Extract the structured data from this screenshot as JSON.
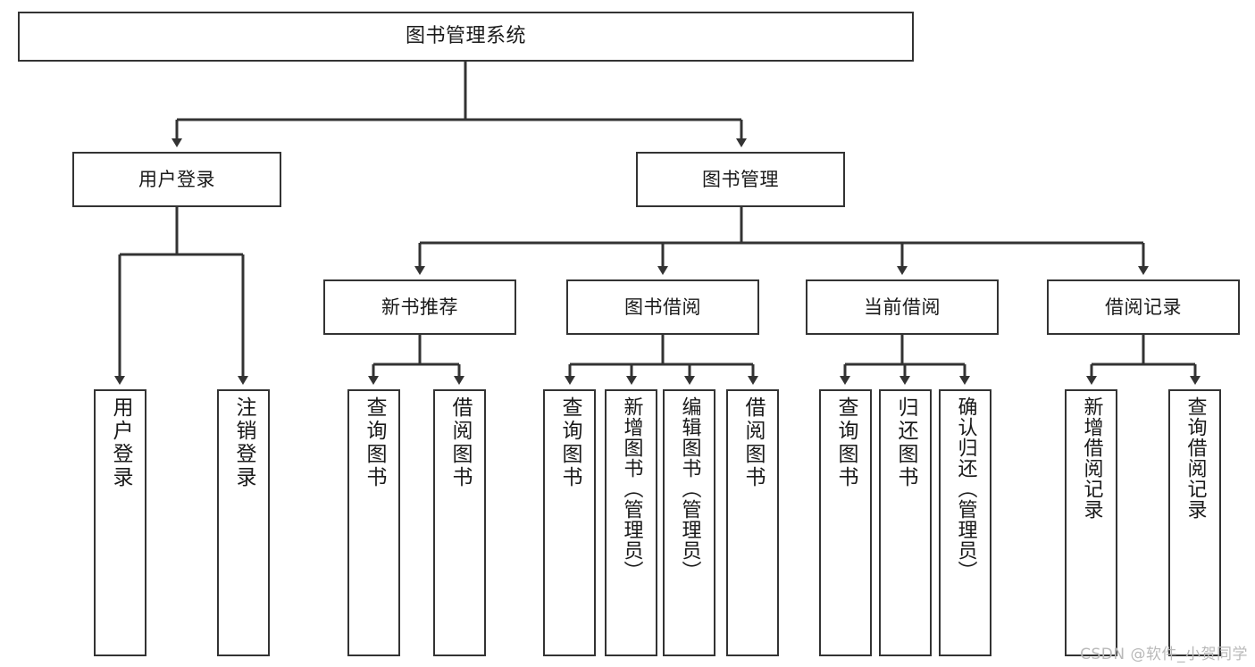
{
  "diagram": {
    "title": "图书管理系统",
    "type": "functional-structure-tree",
    "watermark": "CSDN @软件_小贺同学",
    "colors": {
      "box_border": "#333333",
      "box_fill": "#ffffff",
      "edge": "#333333",
      "text": "#1a1a1a",
      "watermark": "#b9b9b9"
    }
  },
  "nodes": {
    "root": {
      "label": "图书管理系统"
    },
    "level1": [
      {
        "id": "user-login",
        "label": "用户登录"
      },
      {
        "id": "book-manage",
        "label": "图书管理"
      }
    ],
    "level2": [
      {
        "id": "new-book-recommend",
        "label": "新书推荐"
      },
      {
        "id": "book-borrow",
        "label": "图书借阅"
      },
      {
        "id": "current-borrow",
        "label": "当前借阅"
      },
      {
        "id": "borrow-record",
        "label": "借阅记录"
      }
    ],
    "leaves": {
      "user-login": [
        {
          "id": "leaf-user-login",
          "label": "用户登录"
        },
        {
          "id": "leaf-logout",
          "label": "注销登录"
        }
      ],
      "new-book-recommend": [
        {
          "id": "leaf-query-book-1",
          "label": "查询图书"
        },
        {
          "id": "leaf-borrow-book-1",
          "label": "借阅图书"
        }
      ],
      "book-borrow": [
        {
          "id": "leaf-query-book-2",
          "label": "查询图书"
        },
        {
          "id": "leaf-add-book",
          "label": "新增图书（管理员）"
        },
        {
          "id": "leaf-edit-book",
          "label": "编辑图书（管理员）"
        },
        {
          "id": "leaf-borrow-book-2",
          "label": "借阅图书"
        }
      ],
      "current-borrow": [
        {
          "id": "leaf-query-book-3",
          "label": "查询图书"
        },
        {
          "id": "leaf-return-book",
          "label": "归还图书"
        },
        {
          "id": "leaf-confirm-return",
          "label": "确认归还（管理员）"
        }
      ],
      "borrow-record": [
        {
          "id": "leaf-add-record",
          "label": "新增借阅记录"
        },
        {
          "id": "leaf-query-record",
          "label": "查询借阅记录"
        }
      ]
    }
  }
}
